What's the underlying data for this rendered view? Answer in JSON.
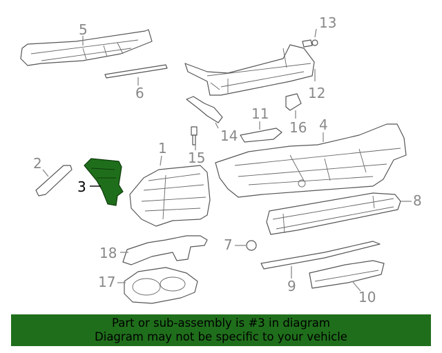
{
  "callouts": {
    "c1": "1",
    "c2": "2",
    "c3": "3",
    "c4": "4",
    "c5": "5",
    "c6": "6",
    "c7": "7",
    "c8": "8",
    "c9": "9",
    "c10": "10",
    "c11": "11",
    "c12": "12",
    "c13": "13",
    "c14": "14",
    "c15": "15",
    "c16": "16",
    "c17": "17",
    "c18": "18"
  },
  "highlighted_part": "3",
  "colors": {
    "highlight": "#1f6e1b",
    "banner": "#1f6e1b",
    "callout_text": "#888888",
    "line_art": "#555555"
  },
  "banner": {
    "line1": "Part or sub-assembly is #3 in diagram",
    "line2": "Diagram may not be specific to your vehicle"
  }
}
